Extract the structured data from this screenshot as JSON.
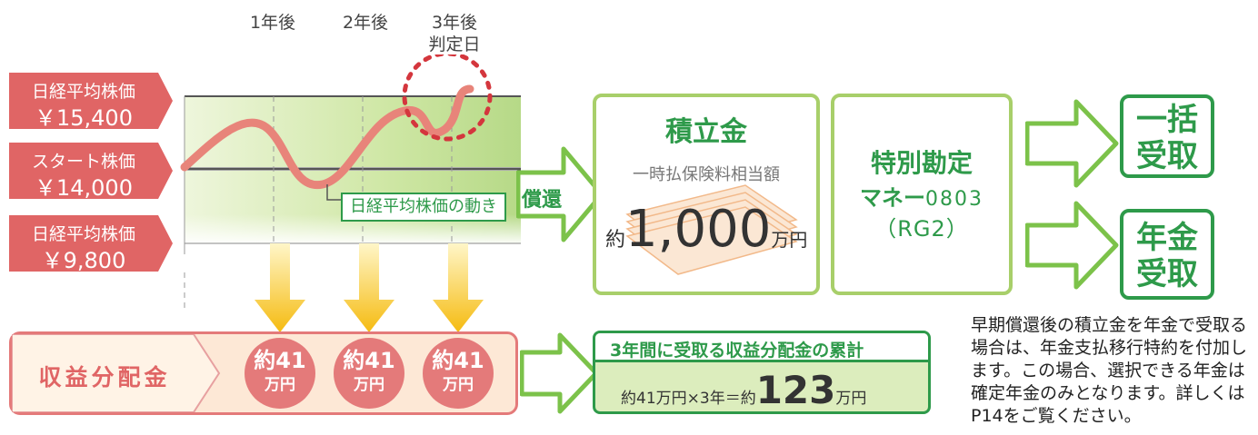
{
  "years": {
    "y1": "1年後",
    "y2": "2年後",
    "y3": "3年後",
    "judge": "判定日"
  },
  "labels": {
    "high": {
      "title": "日経平均株価",
      "price": "￥15,400"
    },
    "start": {
      "title": "スタート株価",
      "price": "￥14,000"
    },
    "low": {
      "title": "日経平均株価",
      "price": "￥9,800"
    }
  },
  "movement_label": "日経平均株価の動き",
  "redemption_label": "償還",
  "reserve": {
    "title": "積立金",
    "subtitle": "一時払保険料相当額",
    "prefix": "約",
    "amount": "1,000",
    "unit": "万円"
  },
  "special": {
    "line1": "特別勘定",
    "line2a": "マネー",
    "line2b": "0803",
    "line3": "（RG2）"
  },
  "options": {
    "lump_1": "一括",
    "lump_2": "受取",
    "pension_1": "年金",
    "pension_2": "受取"
  },
  "income": {
    "label": "収益分配金",
    "circles": [
      {
        "top": "約41",
        "bottom": "万円"
      },
      {
        "top": "約41",
        "bottom": "万円"
      },
      {
        "top": "約41",
        "bottom": "万円"
      }
    ]
  },
  "total": {
    "title": "3年間に受取る収益分配金の累計",
    "formula": "約41万円×3年＝約",
    "amount": "123",
    "unit": "万円"
  },
  "note": "早期償還後の積立金を年金で受取る場合は、年金支払移行特約を付加します。この場合、選択できる年金は確定年金のみとなります。詳しくはP14をご覧ください。",
  "colors": {
    "pink": "#e06565",
    "green_light": "#a8cf6a",
    "green_dark": "#2e9a4a",
    "yellow": "#f7c21a"
  }
}
